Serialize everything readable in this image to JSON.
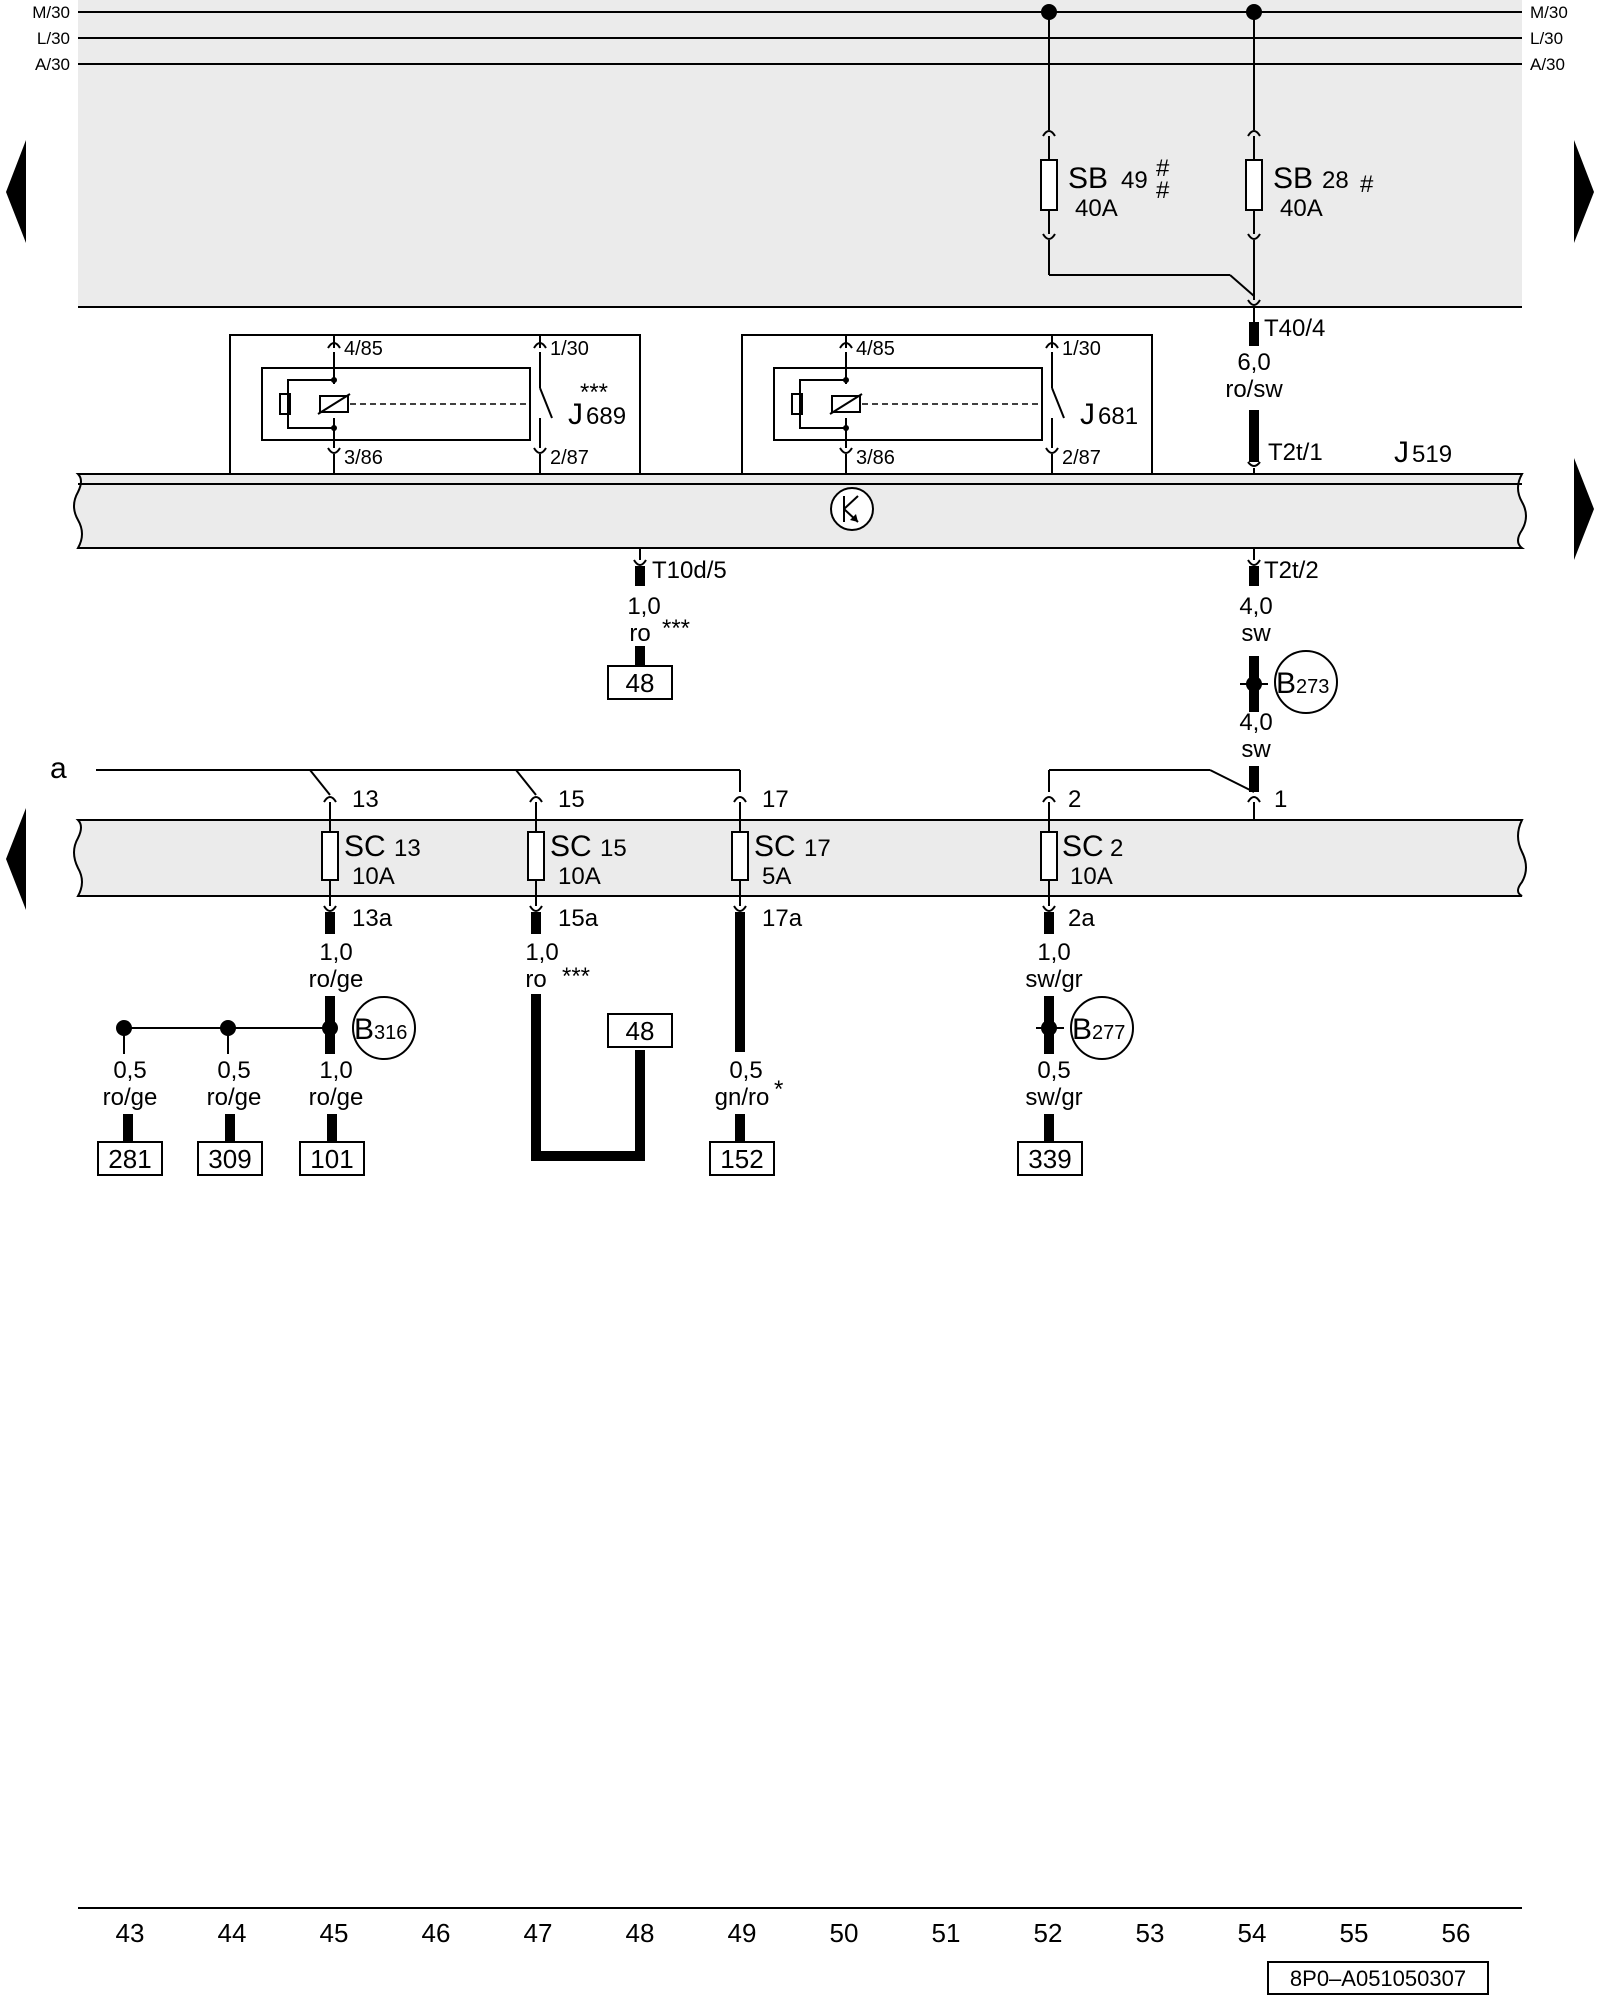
{
  "rails": {
    "m": "M/30",
    "l": "L/30",
    "a": "A/30"
  },
  "fuse_sb49": {
    "name": "SB",
    "num": "49",
    "mark": "#",
    "mark2": "#",
    "rating": "40A"
  },
  "fuse_sb28": {
    "name": "SB",
    "num": "28",
    "mark": "#",
    "rating": "40A"
  },
  "t40_4": "T40/4",
  "wire_60": {
    "size": "6,0",
    "color": "ro/sw"
  },
  "t2t_1": "T2t/1",
  "j519": {
    "letter": "J",
    "num": "519"
  },
  "relay_j689": {
    "letter": "J",
    "num": "689",
    "stars": "***",
    "p485": "4/85",
    "p130": "1/30",
    "p386": "3/86",
    "p287": "2/87"
  },
  "relay_j681": {
    "letter": "J",
    "num": "681",
    "p485": "4/85",
    "p130": "1/30",
    "p386": "3/86",
    "p287": "2/87"
  },
  "t10d_5": "T10d/5",
  "wire_t10d": {
    "size": "1,0",
    "color": "ro",
    "stars": "***"
  },
  "ref_48a": "48",
  "t2t_2": "T2t/2",
  "wire_b273_top": {
    "size": "4,0",
    "color": "sw"
  },
  "b273": {
    "letter": "B",
    "num": "273"
  },
  "wire_b273_bot": {
    "size": "4,0",
    "color": "sw"
  },
  "label_a": "a",
  "pins_top": {
    "p13": "13",
    "p15": "15",
    "p17": "17",
    "p2": "2",
    "p1": "1"
  },
  "fuse_sc13": {
    "name": "SC",
    "num": "13",
    "rating": "10A"
  },
  "fuse_sc15": {
    "name": "SC",
    "num": "15",
    "rating": "10A"
  },
  "fuse_sc17": {
    "name": "SC",
    "num": "17",
    "rating": "5A"
  },
  "fuse_sc2": {
    "name": "SC",
    "num": "2",
    "rating": "10A"
  },
  "pins_bottom": {
    "p13a": "13a",
    "p15a": "15a",
    "p17a": "17a",
    "p2a": "2a"
  },
  "wire_13a": {
    "size": "1,0",
    "color": "ro/ge"
  },
  "b316": {
    "letter": "B",
    "num": "316"
  },
  "wire_281": {
    "size": "0,5",
    "color": "ro/ge"
  },
  "wire_309": {
    "size": "0,5",
    "color": "ro/ge"
  },
  "wire_101": {
    "size": "1,0",
    "color": "ro/ge"
  },
  "wire_15a": {
    "size": "1,0",
    "color": "ro",
    "stars": "***"
  },
  "ref_48b": "48",
  "wire_152": {
    "size": "0,5",
    "color": "gn/ro",
    "star": "*"
  },
  "wire_2a": {
    "size": "1,0",
    "color": "sw/gr"
  },
  "b277": {
    "letter": "B",
    "num": "277"
  },
  "wire_339": {
    "size": "0,5",
    "color": "sw/gr"
  },
  "refs": {
    "r281": "281",
    "r309": "309",
    "r101": "101",
    "r152": "152",
    "r339": "339"
  },
  "scale": [
    "43",
    "44",
    "45",
    "46",
    "47",
    "48",
    "49",
    "50",
    "51",
    "52",
    "53",
    "54",
    "55",
    "56"
  ],
  "drawing_code": "8P0–A051050307"
}
